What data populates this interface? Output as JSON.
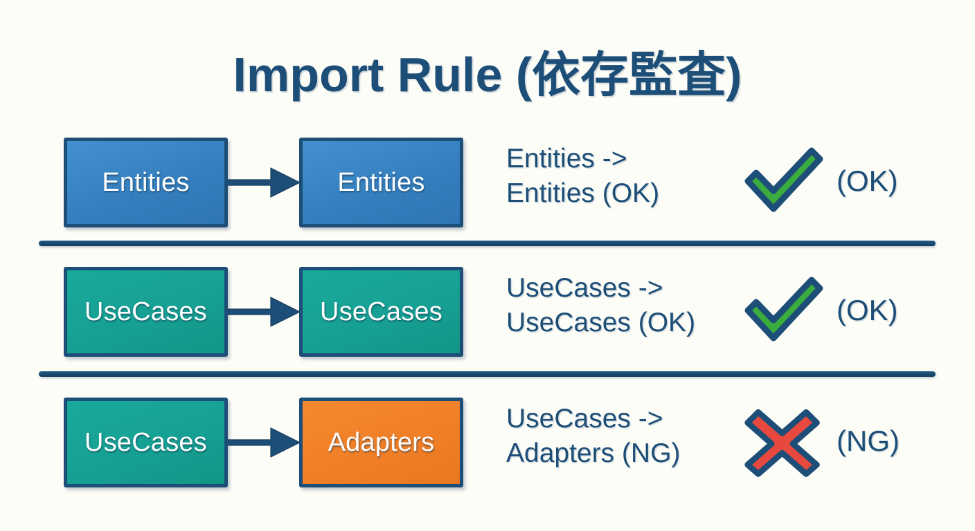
{
  "title": "Import Rule (依存監査)",
  "colors": {
    "background": "#fdfdf8",
    "navy": "#1d4e77",
    "blue": "#357fbe",
    "teal": "#16a093",
    "orange": "#f07f27",
    "green_check": "#34a83a",
    "red_cross": "#e8493f",
    "node_text": "#ffffff"
  },
  "rows": [
    {
      "source": "Entities",
      "source_fill": "blue",
      "target": "Entities",
      "target_fill": "blue",
      "arrow": "arrow-right-icon",
      "description_line1": "Entities ->",
      "description_line2": "Entities (OK)",
      "status_icon": "check-mark-icon",
      "status_label": "(OK)"
    },
    {
      "source": "UseCases",
      "source_fill": "teal",
      "target": "UseCases",
      "target_fill": "teal",
      "arrow": "arrow-right-icon",
      "description_line1": "UseCases ->",
      "description_line2": "UseCases (OK)",
      "status_icon": "check-mark-icon",
      "status_label": "(OK)"
    },
    {
      "source": "UseCases",
      "source_fill": "teal",
      "target": "Adapters",
      "target_fill": "orange",
      "arrow": "arrow-right-icon",
      "description_line1": "UseCases ->",
      "description_line2": "Adapters (NG)",
      "status_icon": "cross-mark-icon",
      "status_label": "(NG)"
    }
  ]
}
